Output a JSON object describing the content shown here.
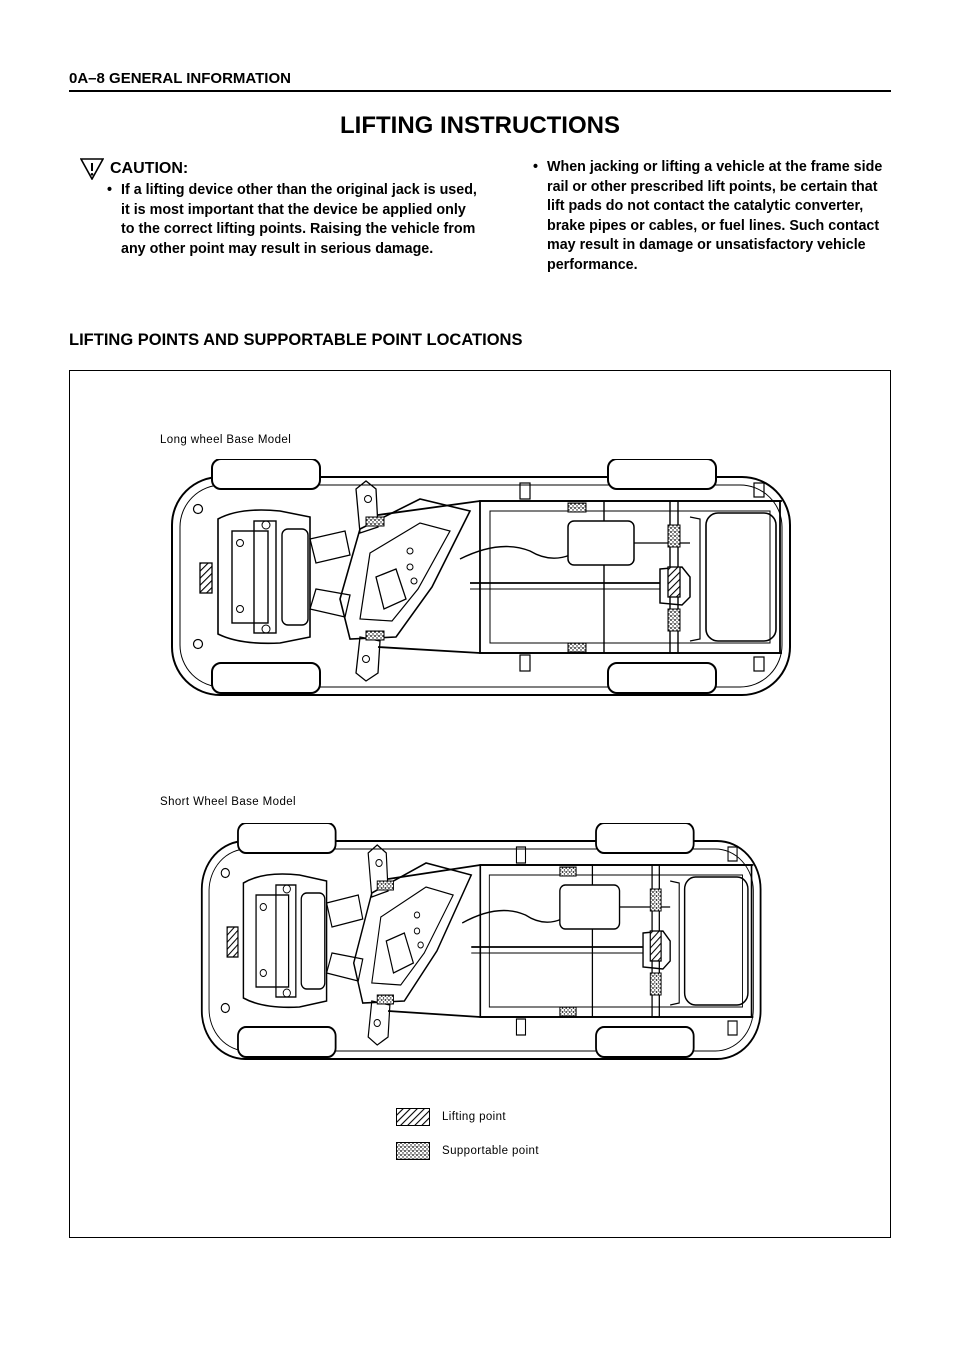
{
  "header": {
    "section": "0A–8  GENERAL INFORMATION"
  },
  "title": "LIFTING INSTRUCTIONS",
  "caution": {
    "label": "CAUTION:",
    "bullet_marker": "•",
    "text": "If a lifting device other than the original jack is used, it is most important that the device be applied only to the correct lifting points. Raising the vehicle from any other point may result in serious damage."
  },
  "note": {
    "bullet_marker": "•",
    "text": "When jacking or lifting a vehicle at the frame side rail or other prescribed lift points, be certain that lift pads do not contact the catalytic converter, brake pipes or cables, or fuel lines. Such contact may result in damage or unsatisfactory vehicle performance."
  },
  "subheading": "LIFTING POINTS AND SUPPORTABLE POINT LOCATIONS",
  "figure": {
    "long_caption": "Long wheel Base Model",
    "short_caption": "Short Wheel Base Model",
    "legend": {
      "lifting": "Lifting point",
      "supportable": "Supportable point"
    }
  }
}
